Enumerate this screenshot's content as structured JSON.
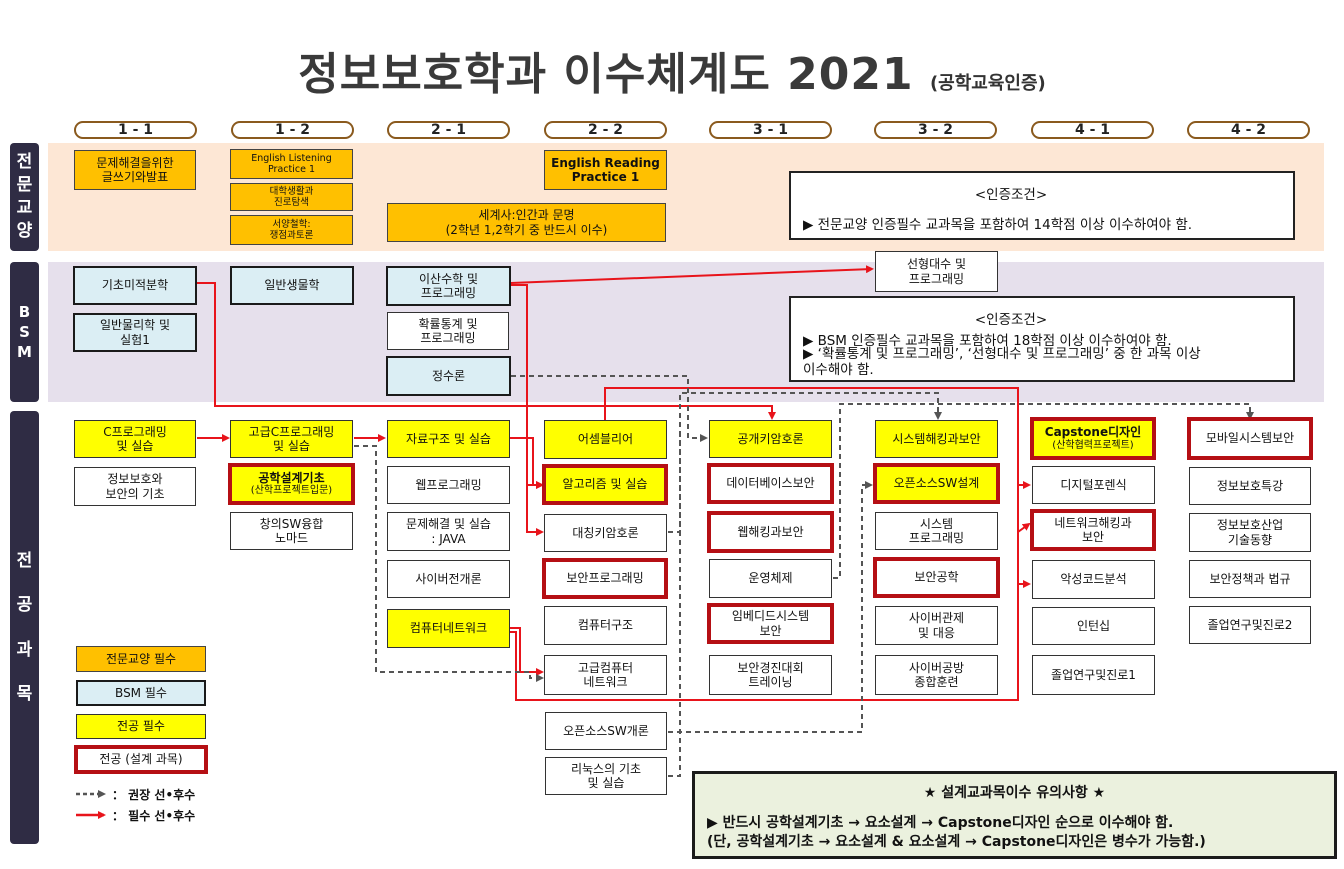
{
  "title": "정보보호학과 이수체계도 2021",
  "subtitle": "(공학교육인증)",
  "semesters": [
    "1 - 1",
    "1 - 2",
    "2 - 1",
    "2 - 2",
    "3 - 1",
    "3 - 2",
    "4 - 1",
    "4 - 2"
  ],
  "sections": {
    "general": [
      "전",
      "문",
      "교",
      "양"
    ],
    "bsm": [
      "B",
      "S",
      "M"
    ],
    "major": [
      "전",
      "공",
      "과",
      "목"
    ]
  },
  "general_courses": {
    "c1": "문제해결을위한\n글쓰기와발표",
    "c2": "English  Listening\nPractice  1",
    "c3": "대학생활과\n진로탐색",
    "c4": "서양철학:\n쟁점과토론",
    "c5": "English Reading\nPractice 1",
    "c6": "세계사:인간과 문명\n(2학년 1,2학기 중 반드시 이수)"
  },
  "general_condition": {
    "title": "<인증조건>",
    "lines": [
      "▶ 전문교양 인증필수 교과목을 포함하여 14학점 이상 이수하여야 함."
    ]
  },
  "bsm_courses": {
    "b1": "기초미적분학",
    "b2": "일반물리학 및\n실험1",
    "b3": "일반생물학",
    "b4": "이산수학 및\n프로그래밍",
    "b5": "확률통계 및\n프로그래밍",
    "b6": "정수론",
    "b7": "선형대수 및\n프로그래밍"
  },
  "bsm_condition": {
    "title": "<인증조건>",
    "lines": [
      "▶ BSM 인증필수 교과목을 포함하여 18학점 이상 이수하여야 함.",
      "▶ ‘확률통계 및 프로그래밍’, ‘선형대수 및 프로그래밍’ 중 한 과목 이상\n    이수해야 함."
    ]
  },
  "major_courses": {
    "m1": "C프로그래밍\n및 실습",
    "m2": "정보보호와\n보안의 기초",
    "m3": "고급C프로그래밍\n및 실습",
    "m4a": "공학설계기초",
    "m4b": "(산학프로젝트입문)",
    "m5": "창의SW융합\n노마드",
    "m6": "자료구조 및 실습",
    "m7": "웹프로그래밍",
    "m8": "문제해결 및 실습\n: JAVA",
    "m9": "사이버전개론",
    "m10": "컴퓨터네트워크",
    "m11": "어셈블리어",
    "m12": "알고리즘 및 실습",
    "m13": "대칭키암호론",
    "m14": "보안프로그래밍",
    "m15": "컴퓨터구조",
    "m16": "고급컴퓨터\n네트워크",
    "m17": "오픈소스SW개론",
    "m18": "리눅스의 기초\n및 실습",
    "m19": "공개키암호론",
    "m20": "데이터베이스보안",
    "m21": "웹해킹과보안",
    "m22": "운영체제",
    "m23": "임베디드시스템\n보안",
    "m24": "보안경진대회\n트레이닝",
    "m25": "시스템해킹과보안",
    "m26": "오픈소스SW설계",
    "m27": "시스템\n프로그래밍",
    "m28": "보안공학",
    "m29": "사이버관제\n및 대응",
    "m30": "사이버공방\n종합훈련",
    "m31a": "Capstone디자인",
    "m31b": "(산학협력프로젝트)",
    "m32": "디지털포렌식",
    "m33": "네트워크해킹과\n보안",
    "m34": "악성코드분석",
    "m35": "인턴십",
    "m36": "졸업연구및진로1",
    "m37": "모바일시스템보안",
    "m38": "정보보호특강",
    "m39": "정보보호산업\n기술동향",
    "m40": "보안정책과 법규",
    "m41": "졸업연구및진로2"
  },
  "legend": {
    "general": "전문교양 필수",
    "bsm": "BSM 필수",
    "major": "전공 필수",
    "design": "전공 (설계 과목)",
    "recommended": "： 권장 선•후수",
    "required": "： 필수 선•후수"
  },
  "note": {
    "title": "★ 설계교과목이수 유의사항 ★",
    "lines": "▶ 반드시 공학설계기초 → 요소설계 → Capstone디자인 순으로 이수해야 함.\n  (단, 공학설계기초 → 요소설계  &  요소설계 → Capstone디자인은 병수가 가능함.)"
  },
  "colors": {
    "general": "#ffc000",
    "bsm": "#dbeef4",
    "major": "#ffff00",
    "design_border": "#b50f14",
    "required_arrow": "#e8141b",
    "recommended_arrow": "#555555"
  }
}
